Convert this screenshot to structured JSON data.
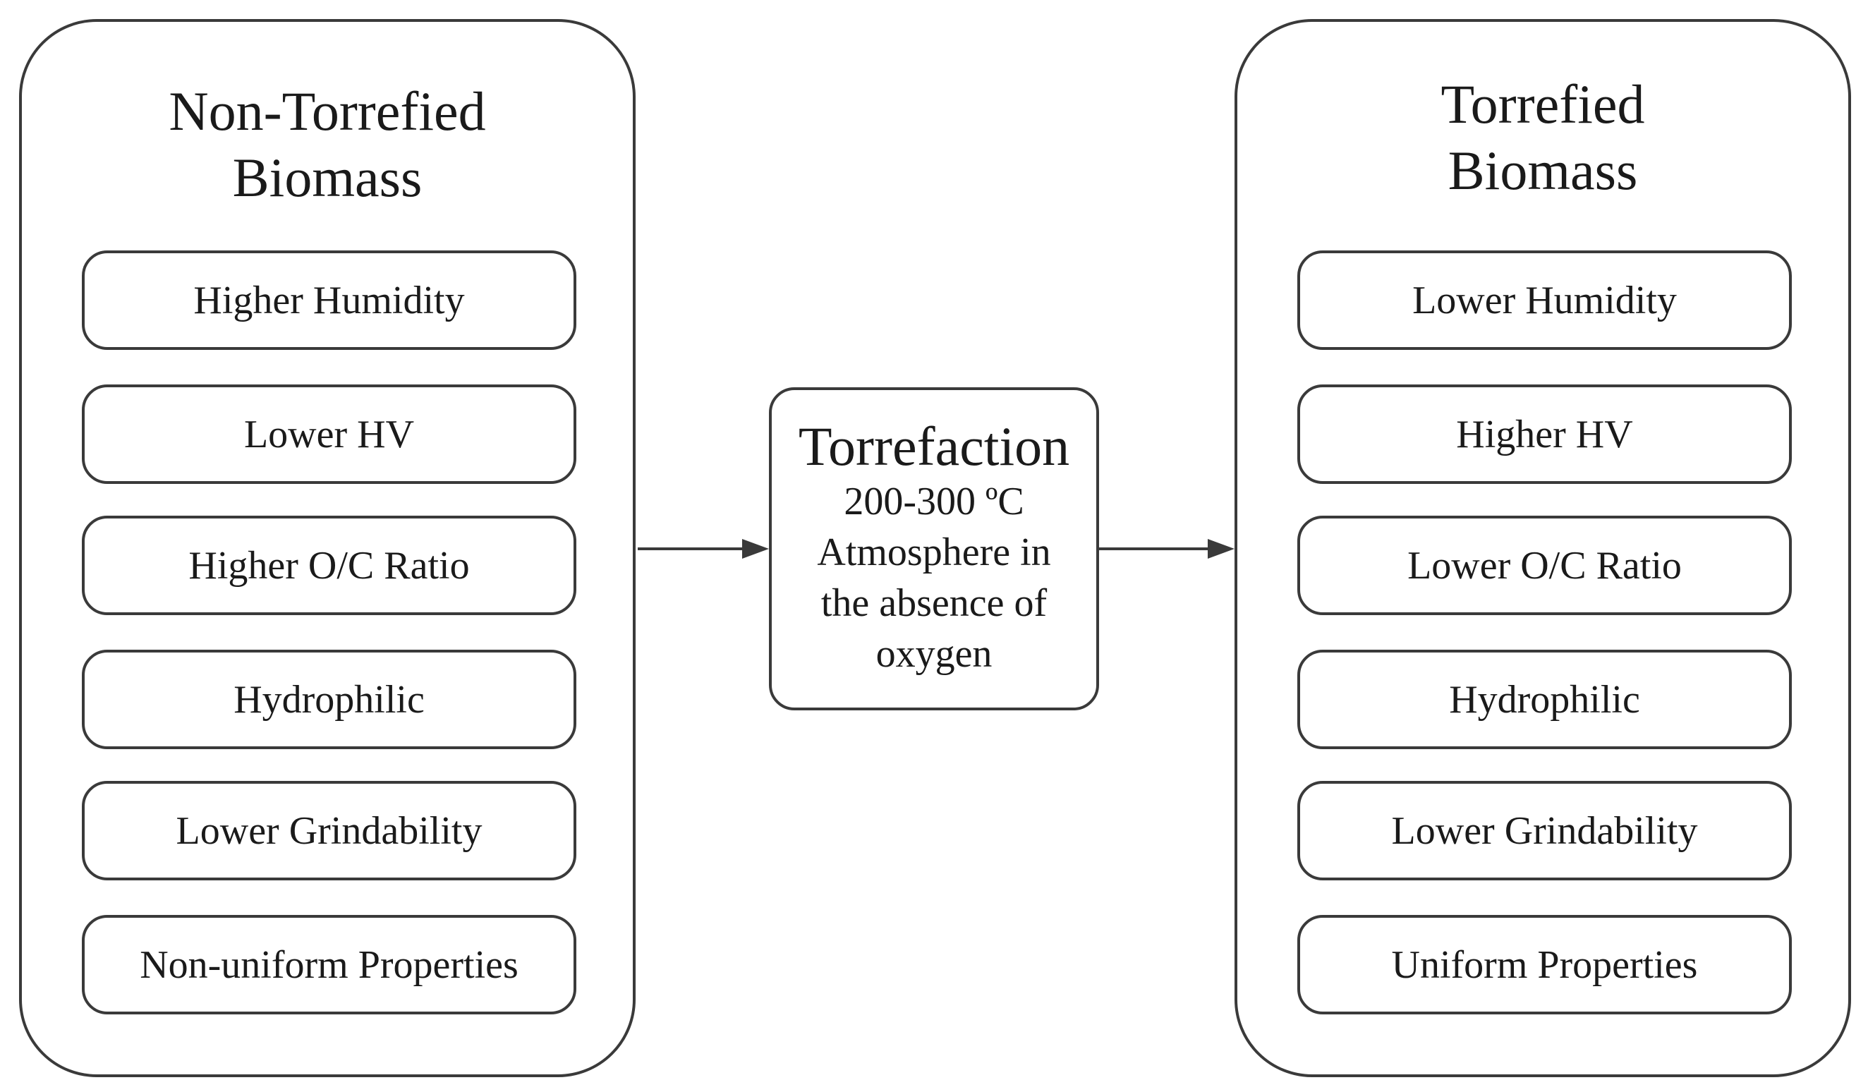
{
  "left": {
    "title_lines": [
      "Non-Torrefied",
      "Biomass"
    ],
    "items": [
      "Higher Humidity",
      "Lower HV",
      "Higher O/C Ratio",
      "Hydrophilic",
      "Lower Grindability",
      "Non-uniform Properties"
    ]
  },
  "process": {
    "title": "Torrefaction",
    "lines": [
      "200-300 ºC",
      "Atmosphere in",
      "the absence of",
      "oxygen"
    ]
  },
  "right": {
    "title_lines": [
      "Torrefied",
      "Biomass"
    ],
    "items": [
      "Lower Humidity",
      "Higher HV",
      "Lower O/C Ratio",
      "Hydrophilic",
      "Lower Grindability",
      "Uniform Properties"
    ]
  },
  "colors": {
    "stroke": "#3a3a3a",
    "text": "#1a1a1a",
    "background": "#ffffff"
  }
}
